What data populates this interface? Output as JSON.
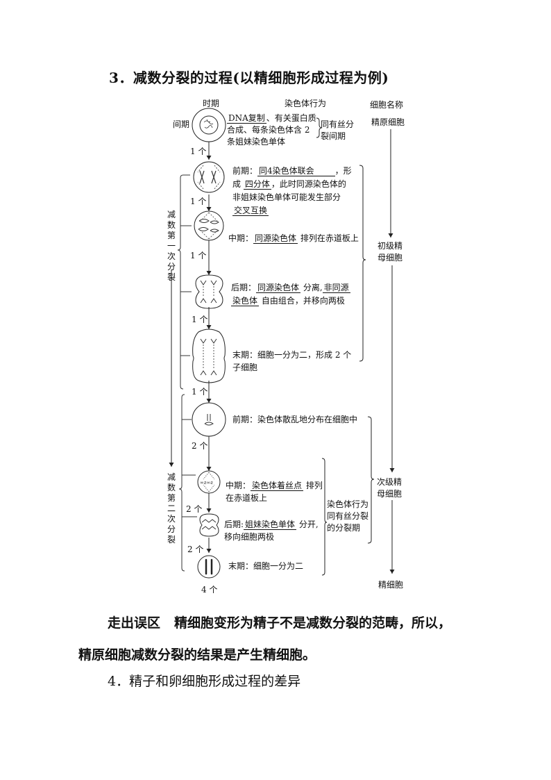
{
  "section3": {
    "title": "3．减数分裂的过程(以精细胞形成过程为例)"
  },
  "diagram": {
    "headers": {
      "period": "时期",
      "behavior": "染色体行为",
      "cell_name": "细胞名称"
    },
    "interphase": {
      "label": "间期",
      "line1_u": "DNA复制",
      "line1_rest": "、有关蛋白质",
      "line2": "合成、每条染色体含 2",
      "line3": "条姐妹染色单体",
      "brace_note_1": "同有丝分",
      "brace_note_2": "裂间期"
    },
    "meiosis1_label": "减数第一次分裂",
    "meiosis2_label": "减数第二次分裂",
    "m1_prophase": {
      "prefix": "前期：",
      "u1": "同4染色体联会",
      "t1": "，形",
      "t2a": "成 ",
      "u2": "四分体",
      "t2b": "，此时同源染色体的",
      "t3": "非姐妹染色单体可能发生部分",
      "u3": "交叉互换"
    },
    "m1_metaphase": {
      "prefix": "中期：",
      "u1": "同源染色体",
      "t1": " 排列在赤道板上"
    },
    "m1_anaphase": {
      "prefix": "后期：",
      "u1": "同源染色体",
      "t1": " 分离,",
      "u2": "非同源",
      "u3": "染色体",
      "t2": " 自由组合，并移向两极"
    },
    "m1_telophase": {
      "line1": "末期：细胞一分为二，形成 2 个",
      "line2": "子细胞"
    },
    "m2_prophase": {
      "text": "前期：染色体散乱地分布在细胞中"
    },
    "m2_metaphase": {
      "prefix": "中期：",
      "u1": "染色体着丝点",
      "t1": " 排列",
      "line2": "在赤道板上"
    },
    "m2_anaphase": {
      "prefix": "后期:",
      "u1": "姐妹染色单体",
      "t1": " 分开,",
      "line2": "移向细胞两极"
    },
    "m2_telophase": {
      "text": "末期：细胞一分为二"
    },
    "m2_note": {
      "line1": "染色体行为",
      "line2": "同有丝分裂",
      "line3": "的分裂期"
    },
    "counts": [
      "1 个",
      "1 个",
      "1 个",
      "1 个",
      "1 个",
      "2 个",
      "2 个",
      "2 个",
      "4 个"
    ],
    "cell_names": {
      "spermatogonium": "精原细胞",
      "primary_1": "初级精",
      "primary_2": "母细胞",
      "secondary_1": "次级精",
      "secondary_2": "母细胞",
      "spermatid": "精细胞"
    }
  },
  "misconception": {
    "label": "走出误区",
    "text1": "精细胞变形为精子不是减数分裂的范畴，所以，",
    "text2": "精原细胞减数分裂的结果是产生精细胞。"
  },
  "section4": {
    "title": "4．精子和卵细胞形成过程的差异"
  }
}
